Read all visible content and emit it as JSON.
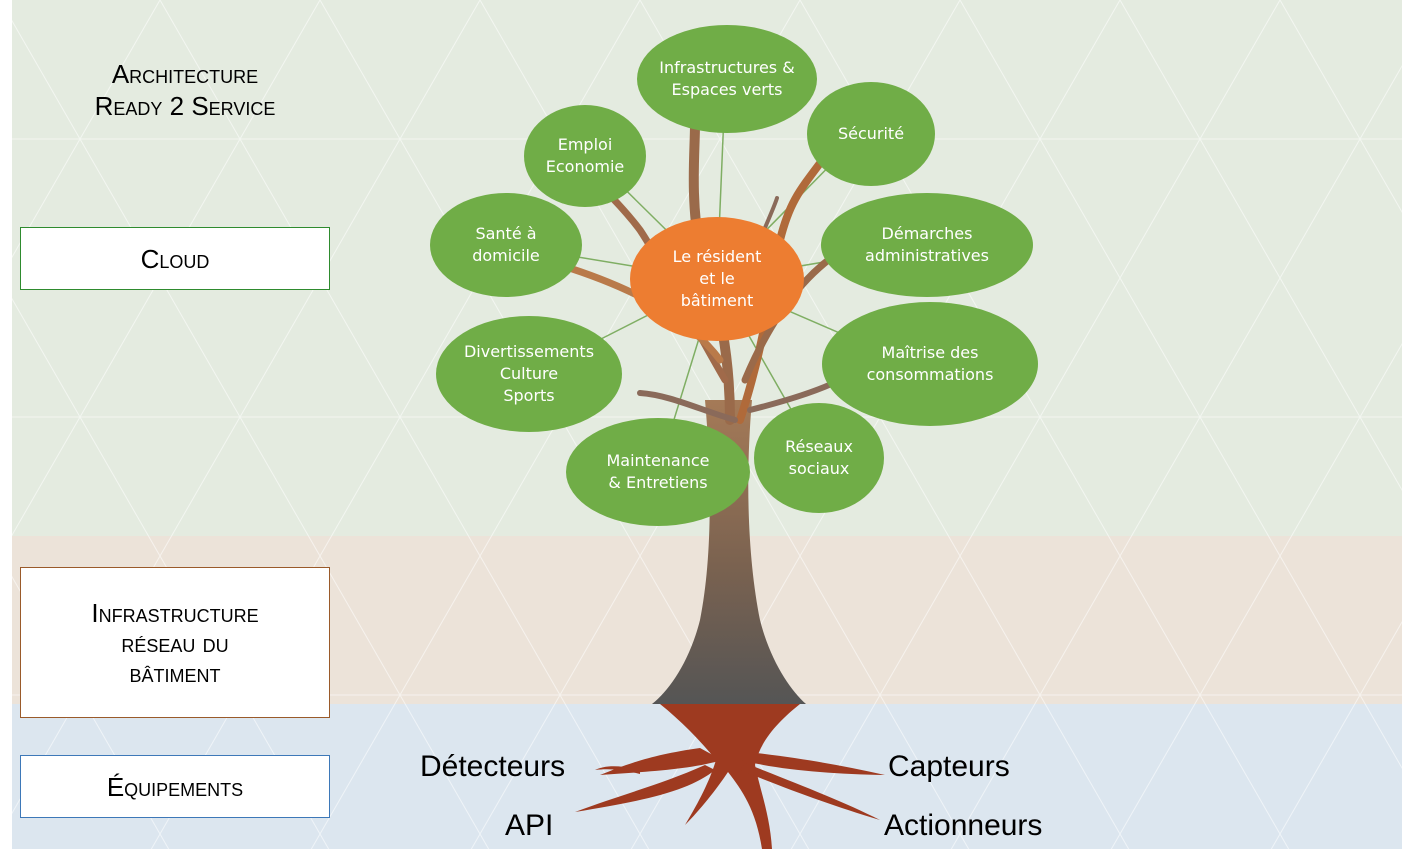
{
  "title": "Architecture\nReady 2 Service",
  "layers": {
    "cloud": "Cloud",
    "infrastructure": "Infrastructure\nréseau du\nbâtiment",
    "equipment": "Équipements"
  },
  "center": "Le résident\net le\nbâtiment",
  "leaves": [
    "Infrastructures &\nEspaces verts",
    "Emploi\nEconomie",
    "Sécurité",
    "Santé à\ndomicile",
    "Démarches\nadministratives",
    "Divertissements\nCulture\nSports",
    "Maîtrise des\nconsommations",
    "Maintenance\n& Entretiens",
    "Réseaux\nsociaux"
  ],
  "roots": {
    "detecteurs": "Détecteurs",
    "api": "API",
    "capteurs": "Capteurs",
    "actionneurs": "Actionneurs"
  },
  "colors": {
    "leaf": "#70ad47",
    "center": "#ed7d31",
    "cloud_band": "#e4ebe0",
    "infrastructure_band": "#ece3d9",
    "equipment_band": "#dce6ef",
    "roots": "#9e3a20"
  }
}
